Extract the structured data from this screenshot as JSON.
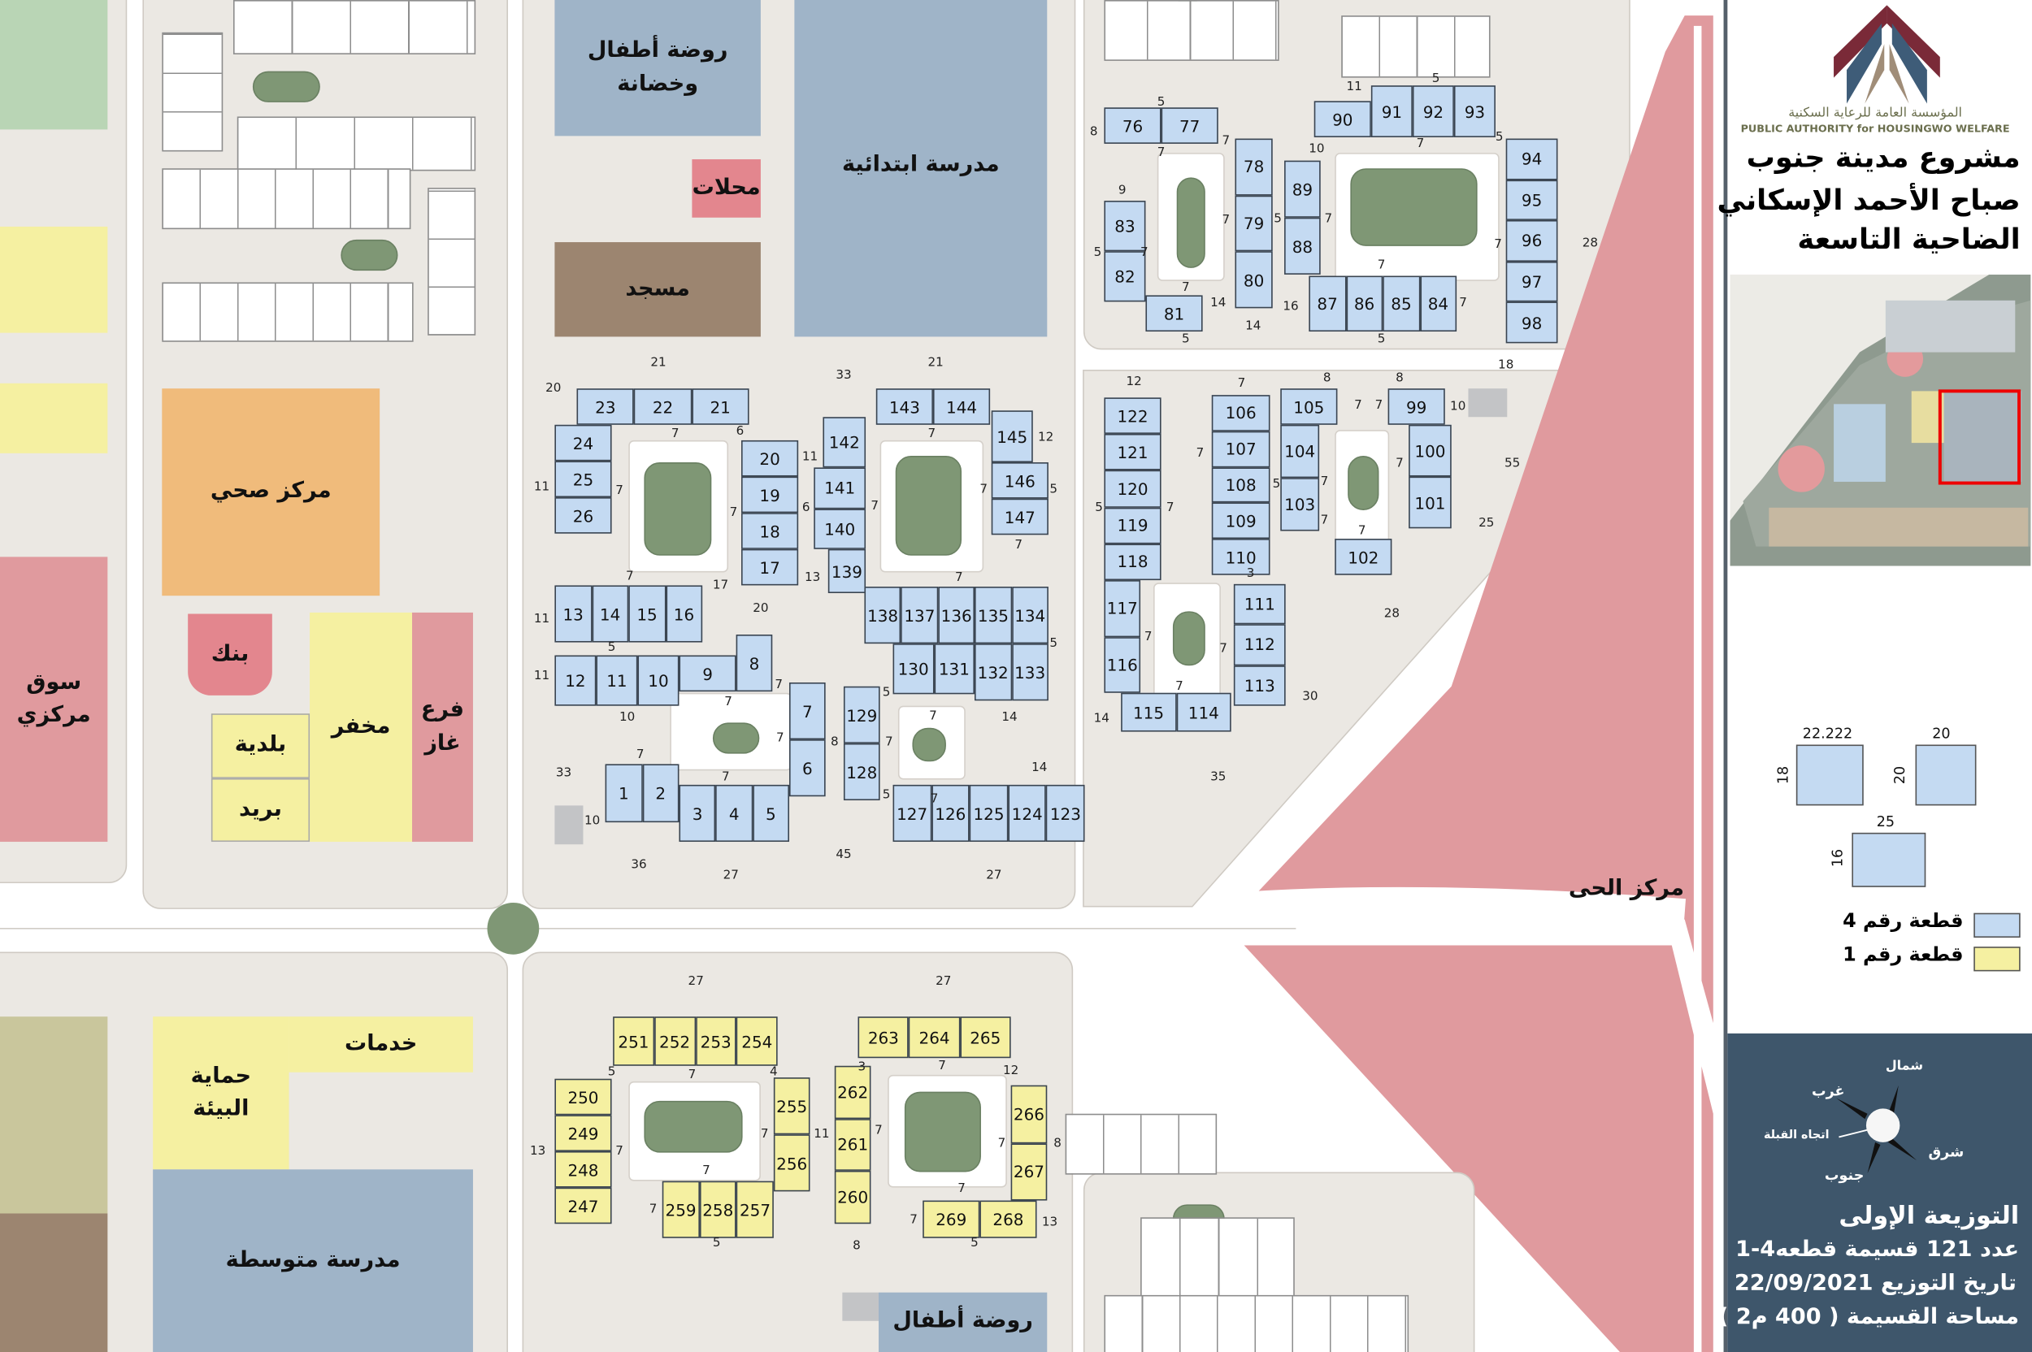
{
  "header": {
    "org_ar": "المؤسسة العامة للرعاية السكنية",
    "org_en": "PUBLIC AUTHORITY for HOUSINGWO WELFARE",
    "title_lines": [
      "مشروع مدينة جنوب",
      "صباح الأحمد الإسكاني",
      "الضاحية التاسعة"
    ]
  },
  "facilities": {
    "kindergarten_nursery": "روضة أطفال وخضانة",
    "primary_school": "مدرسة ابتدائية",
    "shops": "محلات",
    "mosque": "مسجد",
    "health_center": "مركز صحي",
    "bank": "بنك",
    "police": "مخفر",
    "gas_branch": "فرع غاز",
    "municipality": "بلدية",
    "post": "بريد",
    "central_market": "سوق مركزي",
    "environment_protection": "حماية البيئة",
    "services": "خدمات",
    "intermediate_school": "مدرسة متوسطة",
    "kindergarten": "روضة أطفال",
    "district_center": "مركز الحى"
  },
  "plots": {
    "blue": [
      [
        "23",
        "22",
        "21"
      ],
      [
        "24",
        "25",
        "26"
      ],
      [
        "20",
        "19",
        "18",
        "17"
      ],
      [
        "142"
      ],
      [
        "141",
        "140"
      ],
      [
        "139"
      ],
      [
        "143",
        "144"
      ],
      [
        "145"
      ],
      [
        "146",
        "147"
      ],
      [
        "13",
        "14",
        "15",
        "16"
      ],
      [
        "12",
        "11",
        "10"
      ],
      [
        "9"
      ],
      [
        "8"
      ],
      [
        "138",
        "137",
        "136",
        "135",
        "134"
      ],
      [
        "130",
        "131"
      ],
      [
        "132",
        "133"
      ],
      [
        "7",
        "6"
      ],
      [
        "129",
        "128"
      ],
      [
        "1",
        "2"
      ],
      [
        "3",
        "4",
        "5"
      ],
      [
        "127",
        "126",
        "125",
        "124",
        "123"
      ],
      [
        "76",
        "77"
      ],
      [
        "78",
        "79",
        "80"
      ],
      [
        "83",
        "82"
      ],
      [
        "81"
      ],
      [
        "89",
        "88"
      ],
      [
        "87",
        "86",
        "85",
        "84"
      ],
      [
        "90"
      ],
      [
        "91",
        "92",
        "93"
      ],
      [
        "94",
        "95",
        "96",
        "97",
        "98"
      ],
      [
        "122",
        "121",
        "120",
        "119",
        "118"
      ],
      [
        "117",
        "116"
      ],
      [
        "115",
        "114"
      ],
      [
        "111",
        "112",
        "113"
      ],
      [
        "106",
        "107",
        "108",
        "109",
        "110"
      ],
      [
        "105"
      ],
      [
        "104",
        "103"
      ],
      [
        "102"
      ],
      [
        "99"
      ],
      [
        "100",
        "101"
      ]
    ],
    "yellow": [
      [
        "251",
        "252",
        "253",
        "254"
      ],
      [
        "250",
        "249",
        "248",
        "247"
      ],
      [
        "255",
        "256"
      ],
      [
        "259",
        "258",
        "257"
      ],
      [
        "263",
        "264",
        "265"
      ],
      [
        "262",
        "261",
        "260"
      ],
      [
        "266",
        "267"
      ],
      [
        "269",
        "268"
      ]
    ]
  },
  "dimension_labels": [
    "21",
    "20",
    "33",
    "21",
    "6",
    "7",
    "11",
    "7",
    "7",
    "11",
    "6",
    "7",
    "12",
    "5",
    "7",
    "7",
    "13",
    "17",
    "7",
    "20",
    "11",
    "11",
    "5",
    "10",
    "7",
    "7",
    "7",
    "8",
    "7",
    "5",
    "5",
    "33",
    "10",
    "36",
    "27",
    "45",
    "27",
    "14",
    "14",
    "5",
    "7",
    "7",
    "7",
    "7",
    "7",
    "7",
    "8",
    "5",
    "7",
    "7",
    "9",
    "5",
    "7",
    "7",
    "7",
    "14",
    "16",
    "14",
    "5",
    "5",
    "7",
    "7",
    "5",
    "7",
    "10",
    "11",
    "5",
    "7",
    "5",
    "7",
    "28",
    "18",
    "12",
    "7",
    "8",
    "8",
    "7",
    "7",
    "10",
    "5",
    "7",
    "7",
    "5",
    "7",
    "7",
    "55",
    "25",
    "7",
    "7",
    "28",
    "3",
    "7",
    "7",
    "7",
    "30",
    "14",
    "35",
    "27",
    "27",
    "5",
    "7",
    "4",
    "13",
    "7",
    "7",
    "11",
    "7",
    "8",
    "7",
    "3",
    "7",
    "12",
    "7",
    "7",
    "5",
    "8",
    "7",
    "7",
    "5",
    "13"
  ],
  "legend": {
    "sizes": [
      {
        "w": "22.222",
        "h": "18"
      },
      {
        "w": "20",
        "h": "20"
      },
      {
        "w": "25",
        "h": "16"
      }
    ],
    "items": [
      {
        "label": "قطعة رقم 4",
        "color": "#c4daf2"
      },
      {
        "label": "قطعة رقم 1",
        "color": "#f5f0a1"
      }
    ]
  },
  "compass": {
    "north": "شمال",
    "west": "غرب",
    "qibla": "اتجاه القبلة",
    "east": "شرق",
    "south": "جنوب"
  },
  "info": {
    "line1": "التوزيعة الإولى",
    "line2": "عدد 121 قسيمة قطعه4-1",
    "line3": "تاريخ التوزيع 22/09/2021",
    "line4": "مساحة القسيمة ( 400 م2 )"
  },
  "colors": {
    "blue_plot": "#c4daf2",
    "yellow_plot": "#f5f0a1",
    "pink": "#e09a9e",
    "panel_dark": "#3e566b"
  }
}
